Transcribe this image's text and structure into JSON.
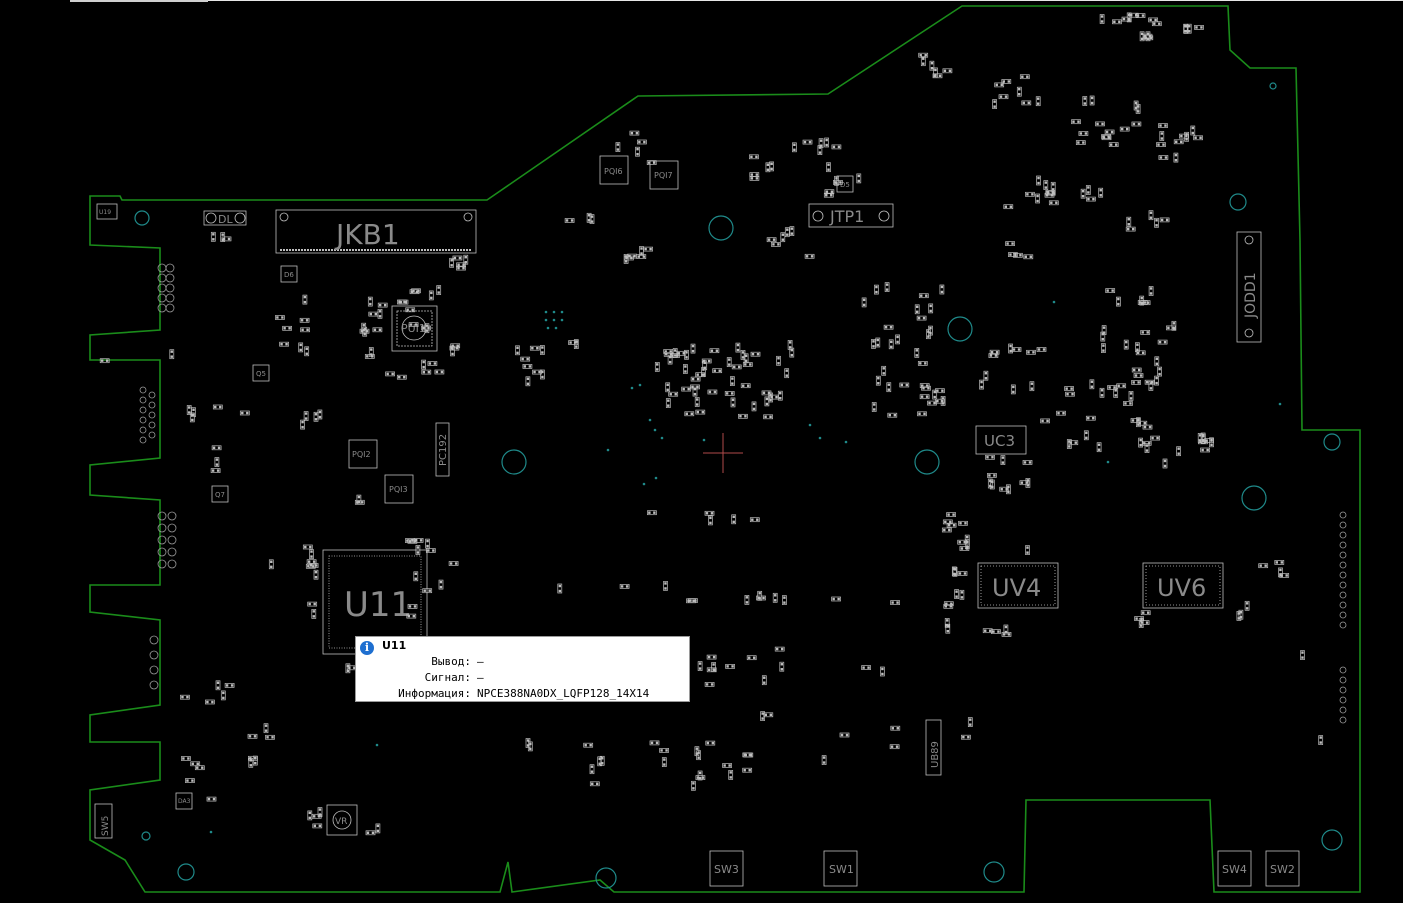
{
  "tooltip": {
    "title": "U11",
    "rows": [
      {
        "key": "Вывод:",
        "value": "–"
      },
      {
        "key": "Сигнал:",
        "value": "–"
      },
      {
        "key": "Информация:",
        "value": "NPCE388NA0DX_LQFP128_14X14"
      }
    ],
    "icon": "info-icon"
  },
  "components": {
    "JKB1": "JKB1",
    "U11": "U11",
    "UV4": "UV4",
    "UV6": "UV6",
    "UC3": "UC3",
    "JTP1": "JTP1",
    "JODD1": "JODD1",
    "PUI1": "PUI1",
    "PQI6": "PQI6",
    "PQI7": "PQI7",
    "PQI2": "PQI2",
    "PQI3": "PQI3",
    "PC192": "PC192",
    "UBU89": "UB89",
    "SW1": "SW1",
    "SW2": "SW2",
    "SW3": "SW3",
    "SW4": "SW4",
    "SW5": "SW5",
    "Q5": "Q5",
    "Q7": "Q7",
    "D6": "D6",
    "D5": "D5",
    "DL": "DL",
    "VR": "VR",
    "DA3": "DA3",
    "U19": "U19"
  },
  "colors": {
    "background": "#000000",
    "outline": "#1a8c1a",
    "silkscreen": "#bfbfbf",
    "holes": "#1f8a8a",
    "info": "#1e6fd0"
  }
}
